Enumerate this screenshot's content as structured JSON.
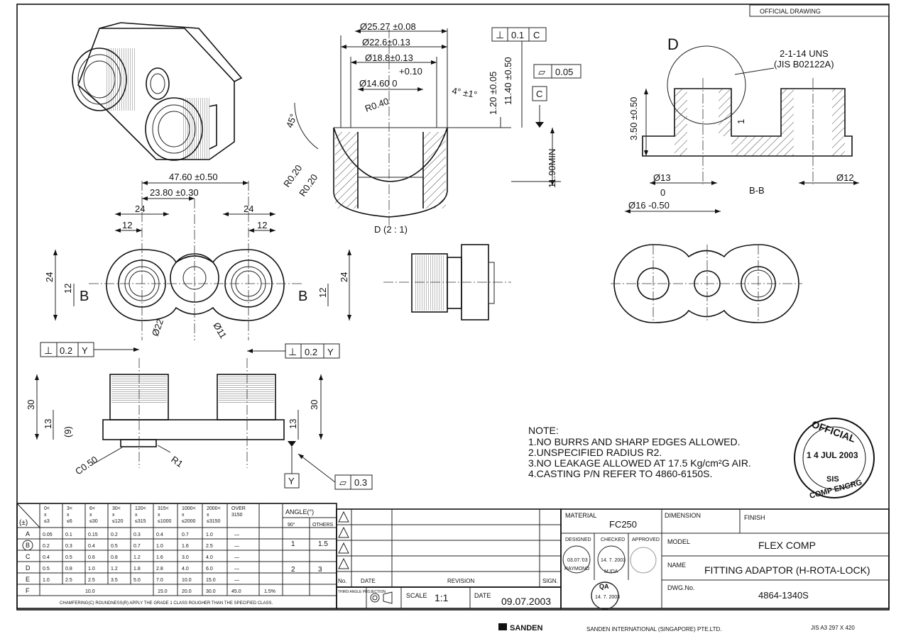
{
  "header": {
    "official_drawing": "OFFICIAL DRAWING"
  },
  "view_d": {
    "letter": "D",
    "label": "D (2 : 1)",
    "dims": {
      "d1": "Ø25.27 ±0.08",
      "d2": "Ø22.6±0.13",
      "d3": "Ø18.8±0.13",
      "d4_tol": "+0.10",
      "d4": "Ø14.60  0",
      "r040": "R0.40",
      "ang45": "45°",
      "ang4": "4° ±1°",
      "r020a": "R0.20",
      "r020b": "R0.20",
      "h120": "1.20 ±0.05",
      "h1140": "11.40 ±0.50",
      "h1190": "11.90MIN"
    },
    "gdt_perp": {
      "symbol": "⊥",
      "value": "0.1",
      "datum": "C"
    },
    "gdt_flat": {
      "symbol": "▱",
      "value": "0.05"
    },
    "datum": "C"
  },
  "section_bb": {
    "thread": "2-1-14 UNS",
    "thread_std": "(JIS B02122A)",
    "h350": "3.50 ±0.50",
    "one": "1",
    "d13": "Ø13",
    "d16_tol": "0",
    "d16": "Ø16 -0.50",
    "d12": "Ø12",
    "label": "B-B"
  },
  "plan_view": {
    "d4760": "47.60 ±0.50",
    "d2380": "23.80 ±0.30",
    "w24a": "24",
    "w24b": "24",
    "w12a": "12",
    "w12b": "12",
    "h24l": "24",
    "h12l": "12",
    "h24r": "24",
    "h12r": "12",
    "sec_left": "B",
    "sec_right": "B",
    "d22": "Ø22",
    "d11": "Ø11"
  },
  "front_view": {
    "gdt_left": {
      "symbol": "⊥",
      "value": "0.2",
      "datum": "Y"
    },
    "gdt_right": {
      "symbol": "⊥",
      "value": "0.2",
      "datum": "Y"
    },
    "h30l": "30",
    "h13l": "13",
    "h9": "(9)",
    "h30r": "30",
    "h13r": "13",
    "c050": "C0.50",
    "r1": "R1",
    "datum": "Y",
    "gdt_flat": {
      "symbol": "▱",
      "value": "0.3"
    }
  },
  "notes": {
    "title": "NOTE:",
    "lines": [
      "1.NO BURRS AND SHARP EDGES ALLOWED.",
      "2.UNSPECIFIED RADIUS R2.",
      "3.NO LEAKAGE ALLOWED AT 17.5 Kg/cm²G AIR.",
      "4.CASTING P/N REFER TO 4860-6150S."
    ]
  },
  "stamp": {
    "top": "OFFICIAL",
    "date": "1 4  JUL  2003",
    "sis": "SIS",
    "bottom": "COMP ENGRG"
  },
  "tolerance_table": {
    "headers": [
      "0<\nx\n≤3",
      "3<\nx\n≤6",
      "6<\nx\n≤30",
      "30<\nx\n≤120",
      "120<\nx\n≤315",
      "315<\nx\n≤1000",
      "1000<\nx\n≤2000",
      "2000<\nx\n≤3150",
      "OVER\n3150"
    ],
    "pm": "(±)",
    "angle_header": "ANGLE(°)",
    "angle_90": "90°",
    "angle_others": "OTHERS",
    "rows": [
      {
        "grade": "A",
        "vals": [
          "0.05",
          "0.1",
          "0.15",
          "0.2",
          "0.3",
          "0.4",
          "0.7",
          "1.0",
          "—"
        ]
      },
      {
        "grade": "B",
        "vals": [
          "0.2",
          "0.3",
          "0.4",
          "0.5",
          "0.7",
          "1.0",
          "1.6",
          "2.5",
          "—"
        ]
      },
      {
        "grade": "C",
        "vals": [
          "0.4",
          "0.5",
          "0.6",
          "0.8",
          "1.2",
          "1.6",
          "3.0",
          "4.0",
          "—"
        ]
      },
      {
        "grade": "D",
        "vals": [
          "0.5",
          "0.8",
          "1.0",
          "1.2",
          "1.8",
          "2.8",
          "4.0",
          "6.0",
          "—"
        ]
      },
      {
        "grade": "E",
        "vals": [
          "1.0",
          "2.5",
          "2.5",
          "3.5",
          "5.0",
          "7.0",
          "10.0",
          "15.0",
          "—"
        ]
      },
      {
        "grade": "F",
        "vals": [
          "10.0",
          "15.0",
          "20.0",
          "30.0",
          "45.0",
          "1.5%"
        ]
      }
    ],
    "angle_ab_90": "1",
    "angle_ab_oth": "1.5",
    "angle_cde_90": "2",
    "angle_cde_oth": "3",
    "footnote": "CHAMFERING(C) ROUNDNESS(R) APPLY THE GRADE 1 CLASS ROUGHER THAN THE SPECIFIED CLASS."
  },
  "revision": {
    "no": "No.",
    "date": "DATE",
    "revision": "REVISION",
    "sign": "SIGN.",
    "projection": "THIRD ANGLE PROJECTION"
  },
  "title_block": {
    "material_label": "MATERIAL",
    "material": "FC250",
    "dimension_label": "DIMENSION",
    "finish_label": "FINISH",
    "designed": "DESIGNED",
    "checked": "CHECKED",
    "approved": "APPROVED",
    "designer_date": "03.07.'03",
    "designer_name": "RAYMOND",
    "checker_date": "14. 7. 2003",
    "checker_name": "M.IDA",
    "qa": "QA",
    "qa_date": "14. 7. 2003",
    "model_label": "MODEL",
    "model": "FLEX COMP",
    "name_label": "NAME",
    "name": "FITTING ADAPTOR (H-ROTA-LOCK)",
    "dwg_label": "DWG.No.",
    "dwg_no": "4864-1340S",
    "scale_label": "SCALE",
    "scale": "1:1",
    "date_label": "DATE",
    "date": "09.07.2003"
  },
  "footer": {
    "brand": "SANDEN",
    "company": "SANDEN INTERNATIONAL (SINGAPORE) PTE.LTD.",
    "paper": "JIS A3  297 X 420"
  }
}
